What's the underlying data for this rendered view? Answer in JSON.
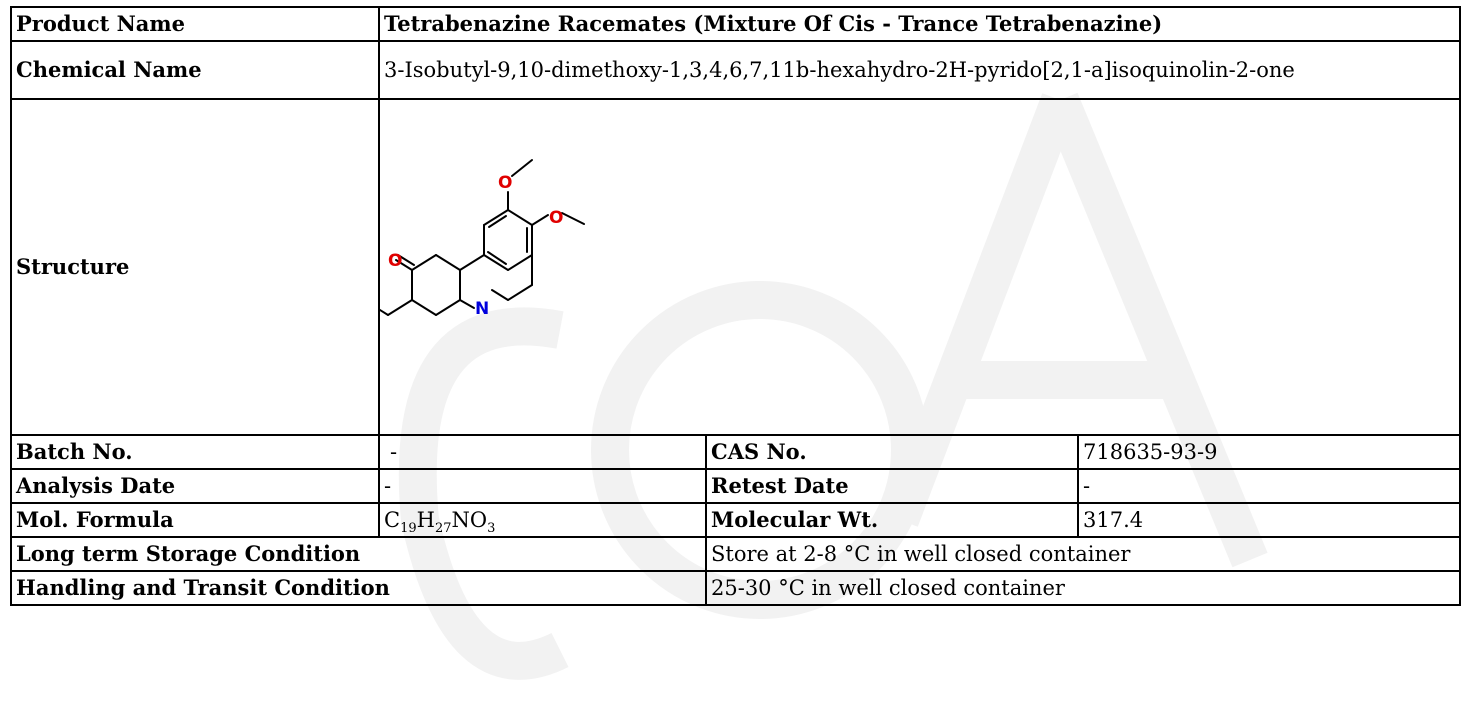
{
  "rows": {
    "product_name": {
      "label": "Product Name",
      "value": "Tetrabenazine Racemates (Mixture Of Cis - Trance Tetrabenazine)"
    },
    "chemical_name": {
      "label": "Chemical Name",
      "value": "3-Isobutyl-9,10-dimethoxy-1,3,4,6,7,11b-hexahydro-2H-pyrido[2,1-a]isoquinolin-2-one"
    },
    "structure": {
      "label": "Structure",
      "atom_O": "O",
      "atom_N": "N"
    },
    "batch": {
      "label": "Batch No.",
      "value": "-",
      "label2": "CAS No.",
      "value2": "718635-93-9"
    },
    "analysis": {
      "label": "Analysis Date",
      "value": "-",
      "label2": "Retest Date",
      "value2": "-"
    },
    "formula": {
      "label": "Mol. Formula",
      "c": "C",
      "c_n": "19",
      "h": "H",
      "h_n": "27",
      "rest": "NO",
      "o_n": "3",
      "label2": "Molecular Wt.",
      "value2": "317.4"
    },
    "storage": {
      "label": "Long term Storage Condition",
      "value": "Store at 2-8 °C in well closed container"
    },
    "handling": {
      "label": "Handling and Transit Condition",
      "value": "25-30 °C in well closed container"
    }
  },
  "colors": {
    "oxygen": "#e00000",
    "nitrogen": "#0000dd",
    "watermark": "#f3f3f3"
  }
}
